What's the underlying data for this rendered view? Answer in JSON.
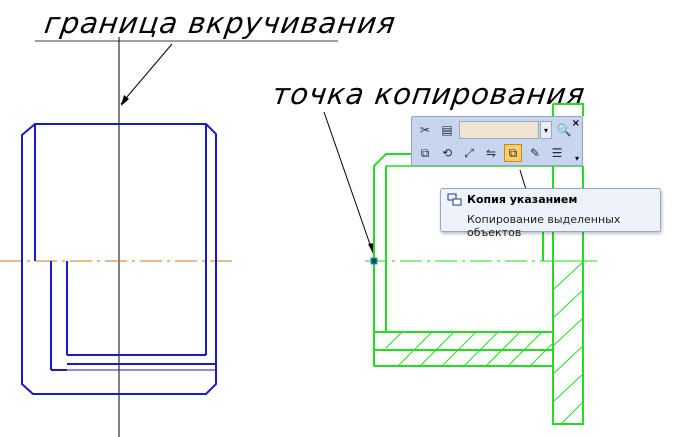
{
  "labels": {
    "boundary": "граница вкручивания",
    "copy_point": "точка копирования"
  },
  "tooltip": {
    "title": "Копия указанием",
    "description": "Копирование выделенных объектов"
  },
  "toolbar": {
    "combo_value": "",
    "icons": [
      "scissors-icon",
      "paste-icon",
      "zoom-icon",
      "close-icon",
      "move-icon",
      "rotate-icon",
      "scale-icon",
      "mirror-icon",
      "copy-by-pointing-icon",
      "brush-icon",
      "list-icon",
      "more-icon"
    ],
    "active_tool": "copy-by-pointing-icon"
  },
  "colors": {
    "blue_part": "#1a1acc",
    "green_part": "#22dd22",
    "axis_line": "#c87a1e",
    "toolbar_bg": "#c7d6ee",
    "active_button": "#ffcc66"
  }
}
